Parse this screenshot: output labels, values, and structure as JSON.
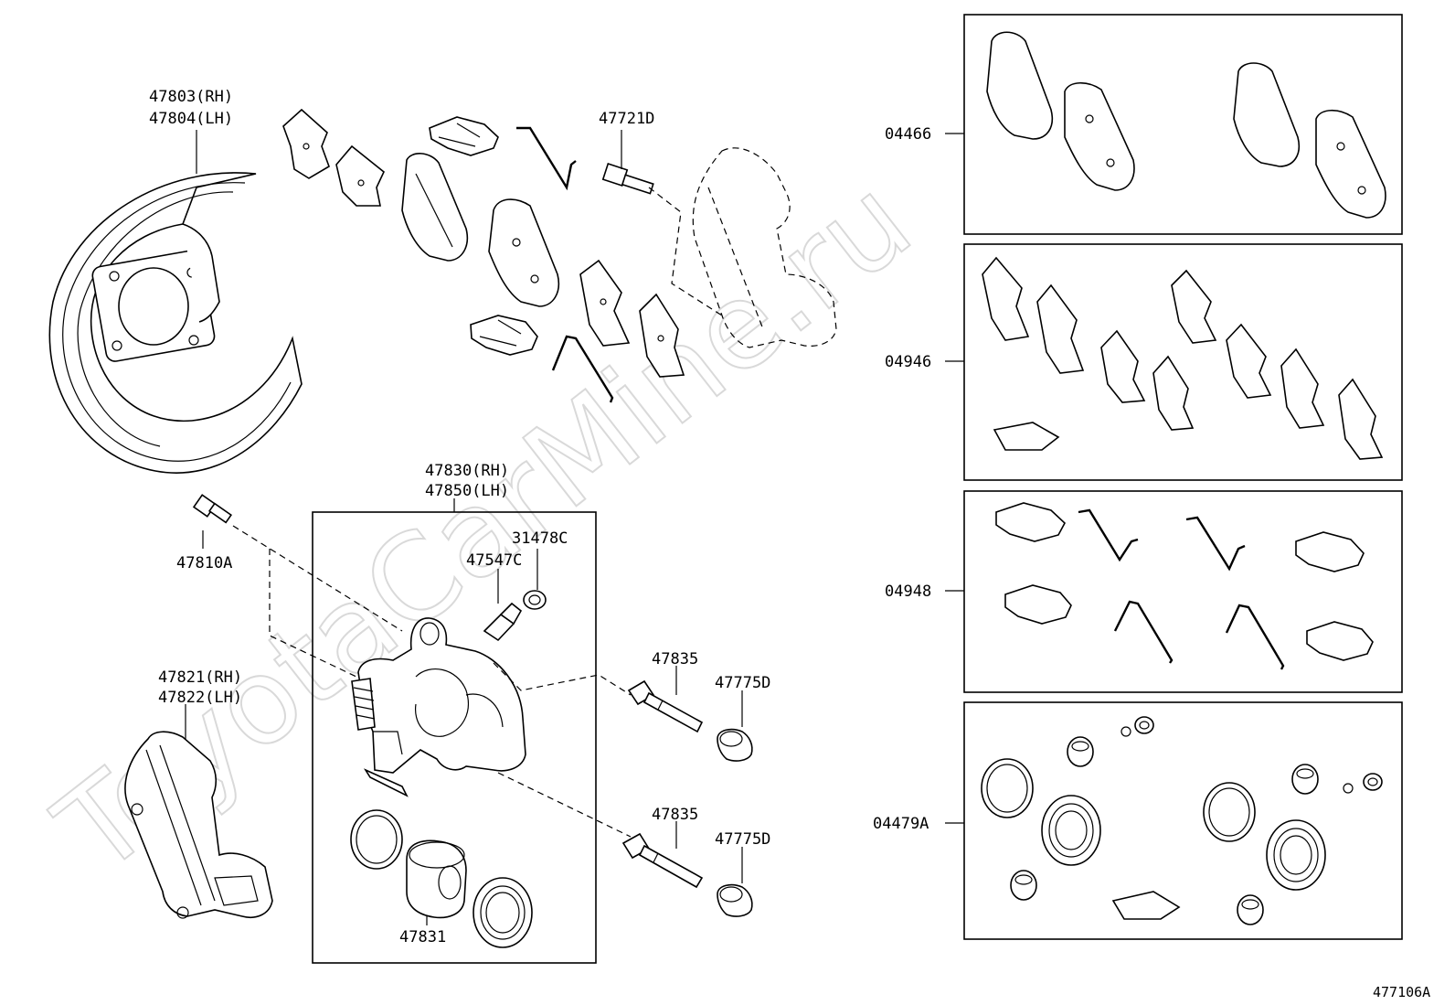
{
  "watermark": "ToyotaCarMine.ru",
  "diagram_id": "477106A",
  "labels": {
    "shield_rh": "47803(RH)",
    "shield_lh": "47804(LH)",
    "bolt": "47721D",
    "bleeder_plug": "47810A",
    "caliper_rh": "47830(RH)",
    "caliper_lh": "47850(LH)",
    "cap": "31478C",
    "bleeder": "47547C",
    "pin_top": "47835",
    "boot_top": "47775D",
    "pin_bottom": "47835",
    "boot_bottom": "47775D",
    "mount_rh": "47821(RH)",
    "mount_lh": "47822(LH)",
    "piston": "47831"
  },
  "kits": [
    {
      "code": "04466"
    },
    {
      "code": "04946"
    },
    {
      "code": "04948"
    },
    {
      "code": "04479A"
    }
  ]
}
